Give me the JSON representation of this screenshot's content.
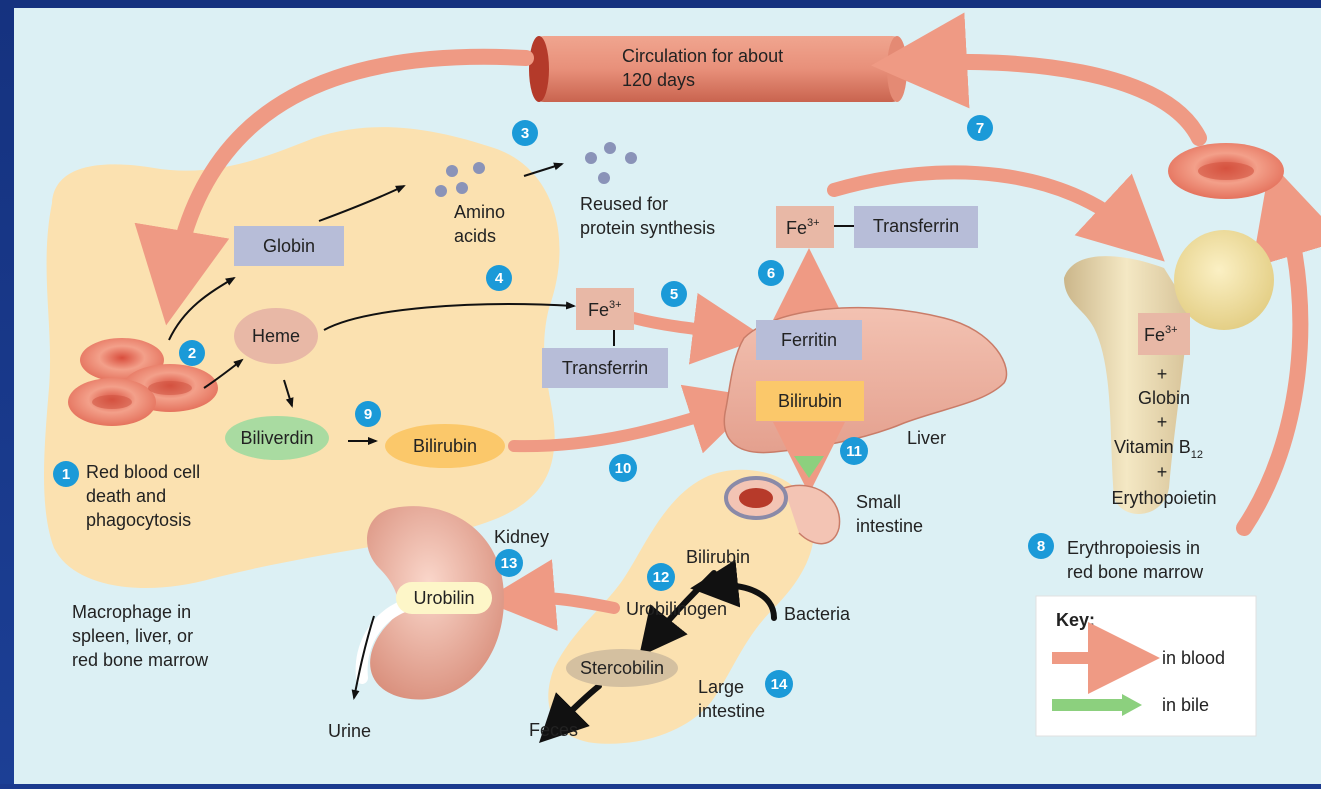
{
  "circulation": {
    "line1": "Circulation for about",
    "line2": "120 days"
  },
  "steps": {
    "s1": "1",
    "s2": "2",
    "s3": "3",
    "s4": "4",
    "s5": "5",
    "s6": "6",
    "s7": "7",
    "s8": "8",
    "s9": "9",
    "s10": "10",
    "s11": "11",
    "s12": "12",
    "s13": "13",
    "s14": "14"
  },
  "macrophage": {
    "step1_line1": "Red blood cell",
    "step1_line2": "death and",
    "step1_line3": "phagocytosis",
    "caption_line1": "Macrophage in",
    "caption_line2": "spleen, liver, or",
    "caption_line3": "red bone marrow"
  },
  "globin": "Globin",
  "amino": {
    "line1": "Amino",
    "line2": "acids"
  },
  "reused": {
    "line1": "Reused for",
    "line2": "protein synthesis"
  },
  "heme": "Heme",
  "biliverdin": "Biliverdin",
  "bilirubin_left": "Bilirubin",
  "fe_transport": {
    "fe": "Fe",
    "sup": "3+",
    "transferrin": "Transferrin"
  },
  "fe_top": {
    "fe": "Fe",
    "sup": "3+",
    "transferrin": "Transferrin"
  },
  "liver": {
    "ferritin": "Ferritin",
    "bilirubin": "Bilirubin",
    "label": "Liver"
  },
  "intestine": {
    "small_line1": "Small",
    "small_line2": "intestine",
    "bilirubin": "Bilirubin",
    "urobilinogen": "Urobilinogen",
    "bacteria": "Bacteria",
    "stercobilin": "Stercobilin",
    "large_line1": "Large",
    "large_line2": "intestine",
    "feces": "Feces"
  },
  "kidney": {
    "label": "Kidney",
    "urobilin": "Urobilin",
    "urine": "Urine"
  },
  "marrow": {
    "fe": "Fe",
    "sup": "3+",
    "plus1": "+",
    "globin": "Globin",
    "plus2": "+",
    "vitamin": "Vitamin B",
    "vitamin_sub": "12",
    "plus3": "+",
    "epo": "Erythopoietin",
    "step8_line1": "Erythropoiesis in",
    "step8_line2": "red bone marrow"
  },
  "key": {
    "title": "Key:",
    "blood": "in blood",
    "bile": "in bile"
  },
  "colors": {
    "blood_arrow": "#ef9a84",
    "bile_arrow": "#8cd07e",
    "step_badge": "#1b9ad8",
    "macrophage": "#fbe1b0",
    "box_gray": "#b7bdd8",
    "box_fe": "#e8b8a6",
    "bilirubin_box": "#fbc86a",
    "biliverdin": "#a9dba1"
  }
}
